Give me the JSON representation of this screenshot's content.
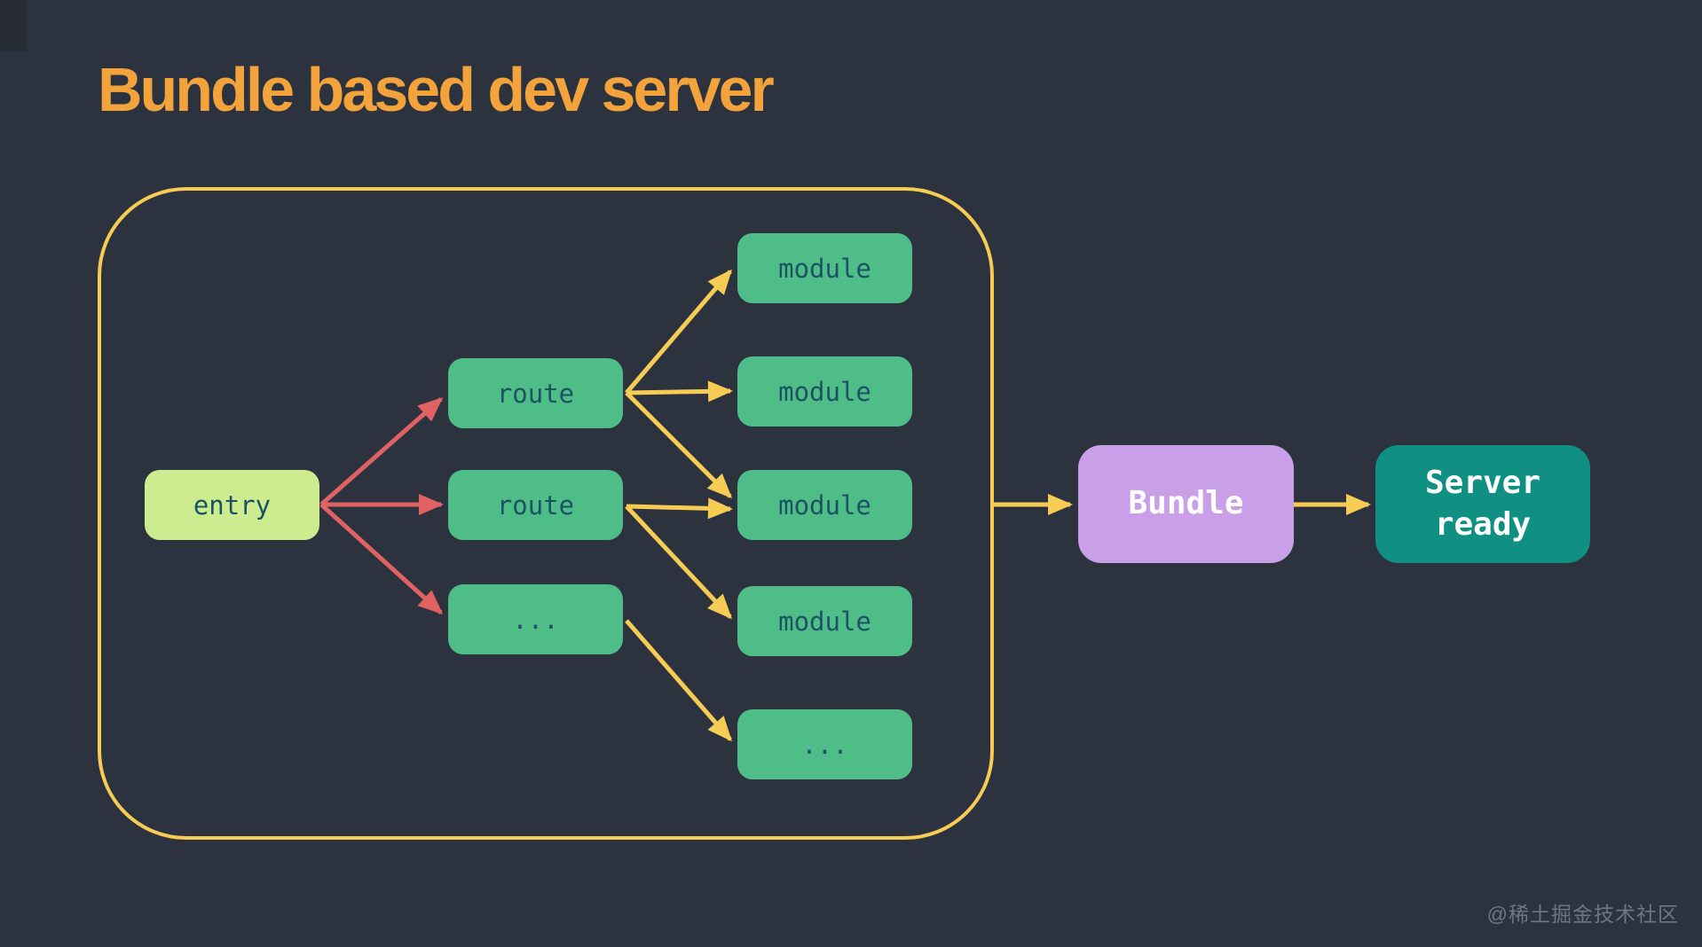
{
  "title": {
    "text": "Bundle based dev server",
    "color": "#f2a33c"
  },
  "container": {
    "border_color": "#f7cc55",
    "description_visible_text": ""
  },
  "nodes": {
    "entry": {
      "label": "entry",
      "fill": "#cdec90",
      "text_color": "#1b5363"
    },
    "route_1": {
      "label": "route",
      "fill": "#4ebd87",
      "text_color": "#1b5363"
    },
    "route_2": {
      "label": "route",
      "fill": "#4ebd87",
      "text_color": "#1b5363"
    },
    "routes_more": {
      "label": "...",
      "fill": "#4ebd87",
      "text_color": "#1b5363"
    },
    "module_1": {
      "label": "module",
      "fill": "#4ebd87",
      "text_color": "#1b5363"
    },
    "module_2": {
      "label": "module",
      "fill": "#4ebd87",
      "text_color": "#1b5363"
    },
    "module_3": {
      "label": "module",
      "fill": "#4ebd87",
      "text_color": "#1b5363"
    },
    "module_4": {
      "label": "module",
      "fill": "#4ebd87",
      "text_color": "#1b5363"
    },
    "modules_more": {
      "label": "...",
      "fill": "#4ebd87",
      "text_color": "#1b5363"
    },
    "bundle": {
      "label": "Bundle",
      "fill": "#c99fe8",
      "text_color": "#ffffff"
    },
    "server_ready": {
      "label": "Server ready",
      "fill": "#0f9082",
      "text_color": "#ffffff"
    }
  },
  "edges": [
    {
      "from": "entry",
      "to": "route_1",
      "color": "red"
    },
    {
      "from": "entry",
      "to": "route_2",
      "color": "red"
    },
    {
      "from": "entry",
      "to": "routes_more",
      "color": "red"
    },
    {
      "from": "route_1",
      "to": "module_1",
      "color": "yellow"
    },
    {
      "from": "route_1",
      "to": "module_2",
      "color": "yellow"
    },
    {
      "from": "route_1",
      "to": "module_3",
      "color": "yellow"
    },
    {
      "from": "route_2",
      "to": "module_3",
      "color": "yellow"
    },
    {
      "from": "route_2",
      "to": "module_4",
      "color": "yellow"
    },
    {
      "from": "routes_more",
      "to": "modules_more",
      "color": "yellow"
    },
    {
      "from": "container",
      "to": "bundle",
      "color": "yellow"
    },
    {
      "from": "bundle",
      "to": "server_ready",
      "color": "yellow"
    }
  ],
  "colors": {
    "background": "#2d333e",
    "arrow_red": "#e06262",
    "arrow_yellow": "#f7cc55",
    "node_label": "#1b5363"
  },
  "watermark": {
    "text": "@稀土掘金技术社区",
    "color": "#79828f"
  }
}
